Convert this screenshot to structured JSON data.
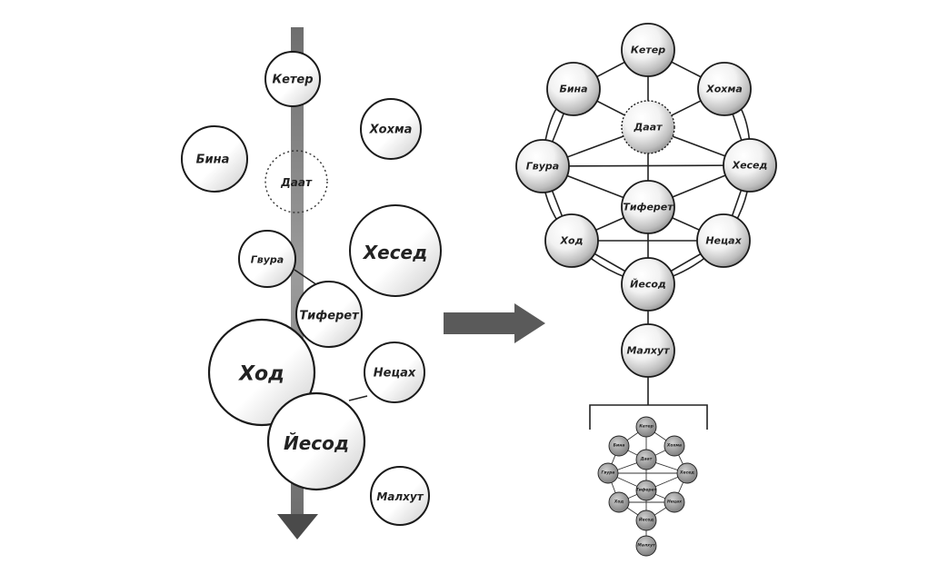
{
  "colors": {
    "arrow": "#555555",
    "node_stroke": "#1a1a1a",
    "node_fill_light": "#ffffff",
    "node_fill_dark": "#8a8a8a"
  },
  "left_nodes": {
    "keter": "Кетер",
    "hokhma": "Хохма",
    "bina": "Бина",
    "daat": "Даат",
    "gvura": "Гвура",
    "hesed": "Хесед",
    "tiferet": "Тиферет",
    "hod": "Ход",
    "netsah": "Нецах",
    "yesod": "Йесод",
    "malkhut": "Малхут"
  },
  "right_nodes": {
    "keter": "Кетер",
    "bina": "Бина",
    "hokhma": "Хохма",
    "daat": "Даат",
    "gvura": "Гвура",
    "hesed": "Хесед",
    "tiferet": "Тиферет",
    "hod": "Ход",
    "netsah": "Нецах",
    "yesod": "Йесод",
    "malkhut": "Малхут"
  },
  "mini_nodes": {
    "keter": "Кетер",
    "bina": "Бина",
    "hokhma": "Хохма",
    "daat": "Даат",
    "gvura": "Гвура",
    "hesed": "Хесед",
    "tiferet": "Тиферет",
    "hod": "Ход",
    "netsah": "Нецах",
    "yesod": "Йесод",
    "malkhut": "Малхут"
  }
}
